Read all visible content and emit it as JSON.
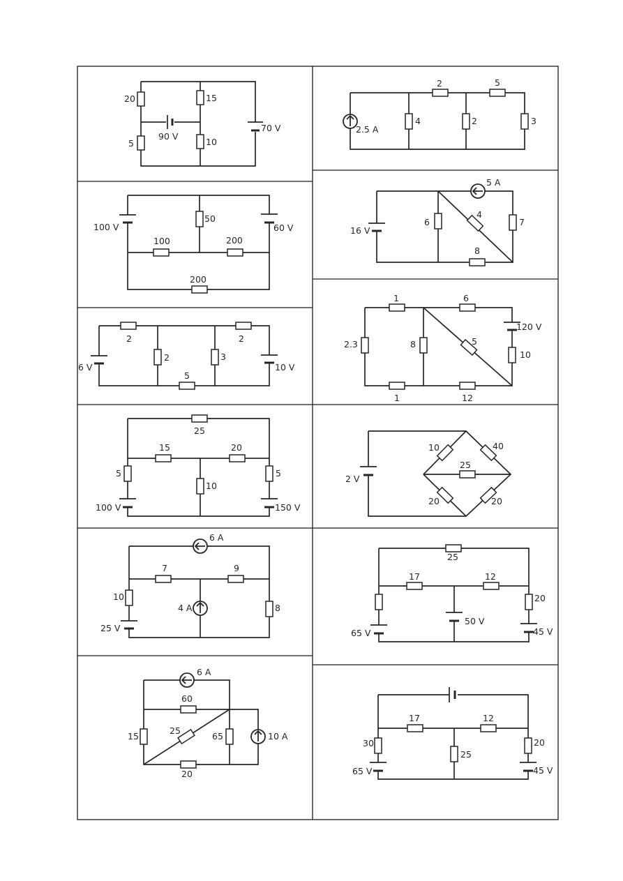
{
  "circuits": [
    {
      "labels": [
        "20",
        "15",
        "90 V",
        "70 V",
        "5",
        "10"
      ]
    },
    {
      "labels": [
        "2",
        "5",
        "2.5 A",
        "4",
        "2",
        "3"
      ]
    },
    {
      "labels": [
        "100 V",
        "50",
        "60 V",
        "100",
        "200",
        "200"
      ]
    },
    {
      "labels": [
        "5 A",
        "16 V",
        "6",
        "4",
        "7",
        "8"
      ]
    },
    {
      "labels": [
        "2",
        "2",
        "6 V",
        "2",
        "3",
        "10 V",
        "5"
      ]
    },
    {
      "labels": [
        "1",
        "6",
        "120 V",
        "2.3",
        "8",
        "5",
        "10",
        "1",
        "12"
      ]
    },
    {
      "labels": [
        "25",
        "15",
        "20",
        "5",
        "10",
        "5",
        "100 V",
        "150 V"
      ]
    },
    {
      "labels": [
        "2 V",
        "10",
        "40",
        "25",
        "20",
        "20"
      ]
    },
    {
      "labels": [
        "6 A",
        "7",
        "9",
        "10",
        "4 A",
        "8",
        "25 V"
      ]
    },
    {
      "labels": [
        "25",
        "17",
        "12",
        "20",
        "50 V",
        "65 V",
        "45 V"
      ]
    },
    {
      "labels": [
        "6 A",
        "60",
        "15",
        "25",
        "65",
        "10 A",
        "20"
      ]
    },
    {
      "labels": [
        "17",
        "12",
        "30",
        "25",
        "20",
        "65 V",
        "45 V"
      ]
    }
  ]
}
